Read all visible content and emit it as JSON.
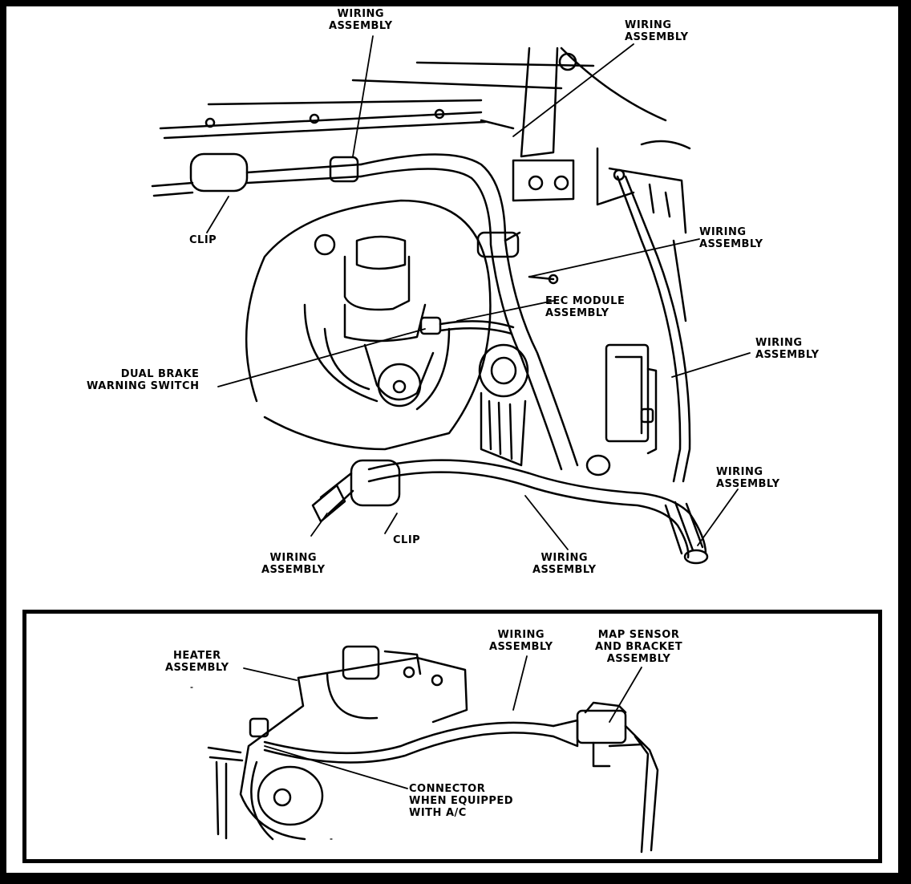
{
  "labels": {
    "wiring_top_center": [
      "WIRING",
      "ASSEMBLY"
    ],
    "wiring_top_right": [
      "WIRING",
      "ASSEMBLY"
    ],
    "clip_left": "CLIP",
    "wiring_right_upper": [
      "WIRING",
      "ASSEMBLY"
    ],
    "eec_module": [
      "EEC MODULE",
      "ASSEMBLY"
    ],
    "dual_brake": [
      "DUAL BRAKE",
      "WARNING SWITCH"
    ],
    "wiring_right_mid": [
      "WIRING",
      "ASSEMBLY"
    ],
    "wiring_right_lower": [
      "WIRING",
      "ASSEMBLY"
    ],
    "clip_bottom": "CLIP",
    "wiring_bottom_left": [
      "WIRING",
      "ASSEMBLY"
    ],
    "wiring_bottom_center": [
      "WIRING",
      "ASSEMBLY"
    ],
    "heater_assembly": [
      "HEATER",
      "ASSEMBLY"
    ],
    "wiring_inset": [
      "WIRING",
      "ASSEMBLY"
    ],
    "map_sensor": [
      "MAP SENSOR",
      "AND BRACKET",
      "ASSEMBLY"
    ],
    "connector": [
      "CONNECTOR",
      "WHEN EQUIPPED",
      "WITH A/C"
    ]
  },
  "colors": {
    "background": "#ffffff",
    "border": "#000000",
    "ink": "#000000"
  }
}
